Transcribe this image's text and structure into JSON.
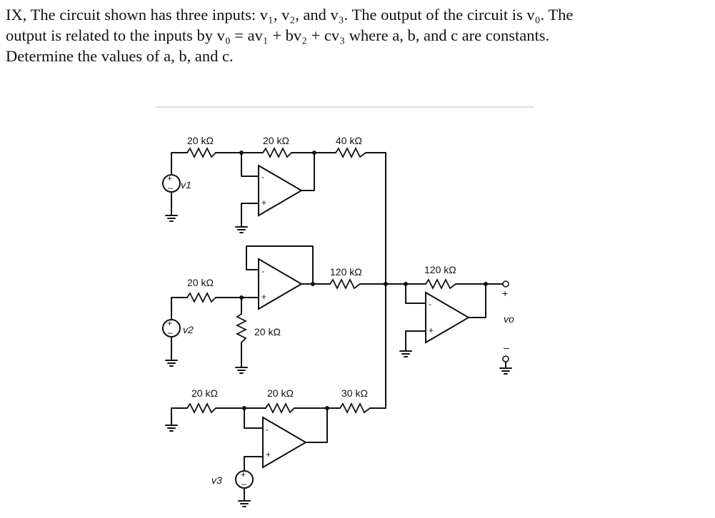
{
  "problem": {
    "line1": "IX, The circuit shown has three inputs: v₁, v₂, and v₃. The output of the circuit is v₀. The",
    "line2": "output is related to the inputs by  v₀ = av₁ + bv₂ + cv₃  where a, b, and c are constants.",
    "line3": "Determine the values of a, b, and c."
  },
  "circuit": {
    "resistors": {
      "r_v1_in": "20 kΩ",
      "r_amp1_fb": "20 kΩ",
      "r_amp1_out": "40 kΩ",
      "r_v2_in": "20 kΩ",
      "r_v2_shunt": "20 kΩ",
      "r_amp2_out": "120 kΩ",
      "r_out_fb": "120 kΩ",
      "r_v3_gnd": "20 kΩ",
      "r_amp3_fb": "20 kΩ",
      "r_amp3_out": "30 kΩ"
    },
    "sources": {
      "v1": "v1",
      "v2": "v2",
      "v3": "v3"
    },
    "output": {
      "label": "vo",
      "plus": "+",
      "minus": "–"
    },
    "opamp_pins": {
      "minus": "-",
      "plus": "+"
    }
  }
}
